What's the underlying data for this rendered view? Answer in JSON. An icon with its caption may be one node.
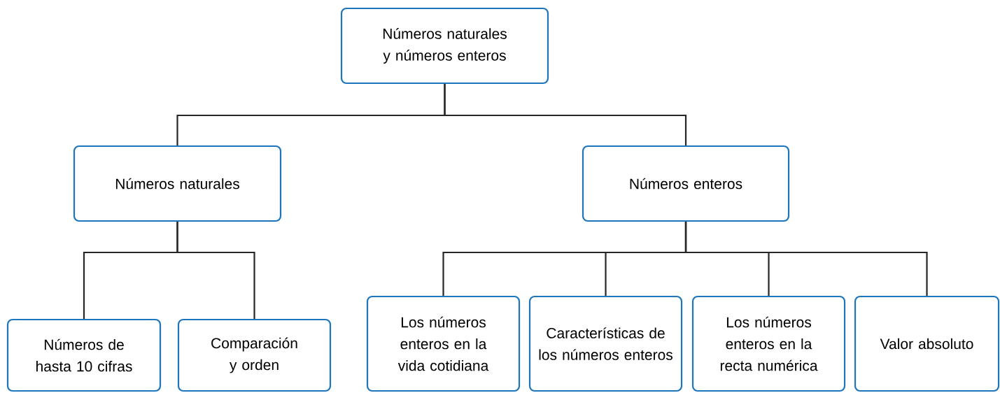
{
  "diagram": {
    "nodes": [
      {
        "text": [
          "Números naturales y números enteros"
        ]
      },
      {
        "text": [
          "Números naturales"
        ]
      },
      {
        "text": [
          "Números enteros"
        ]
      },
      {
        "text": [
          "Números de hasta 10 cifras"
        ]
      },
      {
        "text": [
          "Comparación y orden"
        ]
      },
      {
        "text": [
          "Los números enteros en la vida cotidiana"
        ]
      },
      {
        "text": [
          "Características de los números enteros"
        ]
      },
      {
        "text": [
          "Los números enteros en la recta numérica"
        ]
      },
      {
        "text": [
          "Valor absoluto"
        ]
      }
    ],
    "edges": [
      {
        "from": 0,
        "to": 1,
        "arrow": "none"
      },
      {
        "from": 0,
        "to": 2,
        "arrow": "none"
      },
      {
        "from": 1,
        "to": 3,
        "arrow": "none"
      },
      {
        "from": 1,
        "to": 4,
        "arrow": "none"
      },
      {
        "from": 2,
        "to": 5,
        "arrow": "none"
      },
      {
        "from": 2,
        "to": 6,
        "arrow": "none"
      },
      {
        "from": 2,
        "to": 7,
        "arrow": "none"
      },
      {
        "from": 2,
        "to": 8,
        "arrow": "none"
      }
    ]
  }
}
